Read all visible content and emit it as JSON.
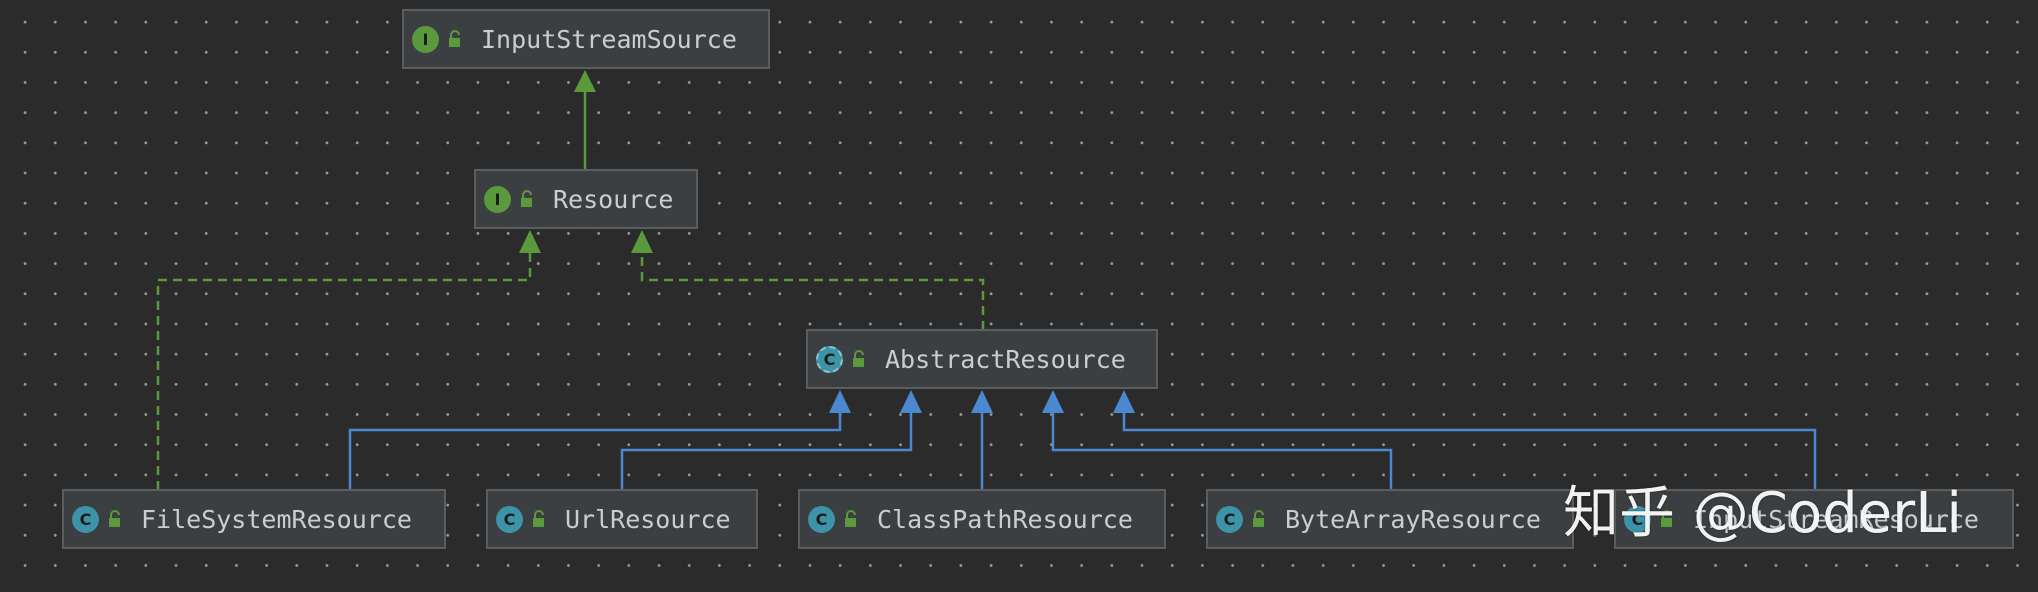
{
  "diagram": {
    "nodes": [
      {
        "id": "input-stream-source",
        "label": "InputStreamSource",
        "kind": "interface",
        "kind_letter": "I"
      },
      {
        "id": "resource",
        "label": "Resource",
        "kind": "interface",
        "kind_letter": "I"
      },
      {
        "id": "abstract-resource",
        "label": "AbstractResource",
        "kind": "abstract-class",
        "kind_letter": "C"
      },
      {
        "id": "file-system-resource",
        "label": "FileSystemResource",
        "kind": "class",
        "kind_letter": "C"
      },
      {
        "id": "url-resource",
        "label": "UrlResource",
        "kind": "class",
        "kind_letter": "C"
      },
      {
        "id": "class-path-resource",
        "label": "ClassPathResource",
        "kind": "class",
        "kind_letter": "C"
      },
      {
        "id": "byte-array-resource",
        "label": "ByteArrayResource",
        "kind": "class",
        "kind_letter": "C"
      },
      {
        "id": "input-stream-resource",
        "label": "InputStreamResource",
        "kind": "class",
        "kind_letter": "C"
      }
    ],
    "edges": [
      {
        "from": "resource",
        "to": "input-stream-source",
        "type": "extends"
      },
      {
        "from": "file-system-resource",
        "to": "resource",
        "type": "implements"
      },
      {
        "from": "abstract-resource",
        "to": "resource",
        "type": "implements"
      },
      {
        "from": "file-system-resource",
        "to": "abstract-resource",
        "type": "extends"
      },
      {
        "from": "url-resource",
        "to": "abstract-resource",
        "type": "extends"
      },
      {
        "from": "class-path-resource",
        "to": "abstract-resource",
        "type": "extends"
      },
      {
        "from": "byte-array-resource",
        "to": "abstract-resource",
        "type": "extends"
      },
      {
        "from": "input-stream-resource",
        "to": "abstract-resource",
        "type": "extends"
      }
    ]
  },
  "watermark": "知乎 @CoderLi",
  "colors": {
    "background": "#2b2b2b",
    "node_fill": "#3c3f41",
    "interface_badge": "#5b9a3c",
    "class_badge": "#3d93a8",
    "extends_line": "#4a88d0",
    "implements_line": "#5b9a3c"
  },
  "icons": {
    "visibility": "unlock-icon"
  }
}
